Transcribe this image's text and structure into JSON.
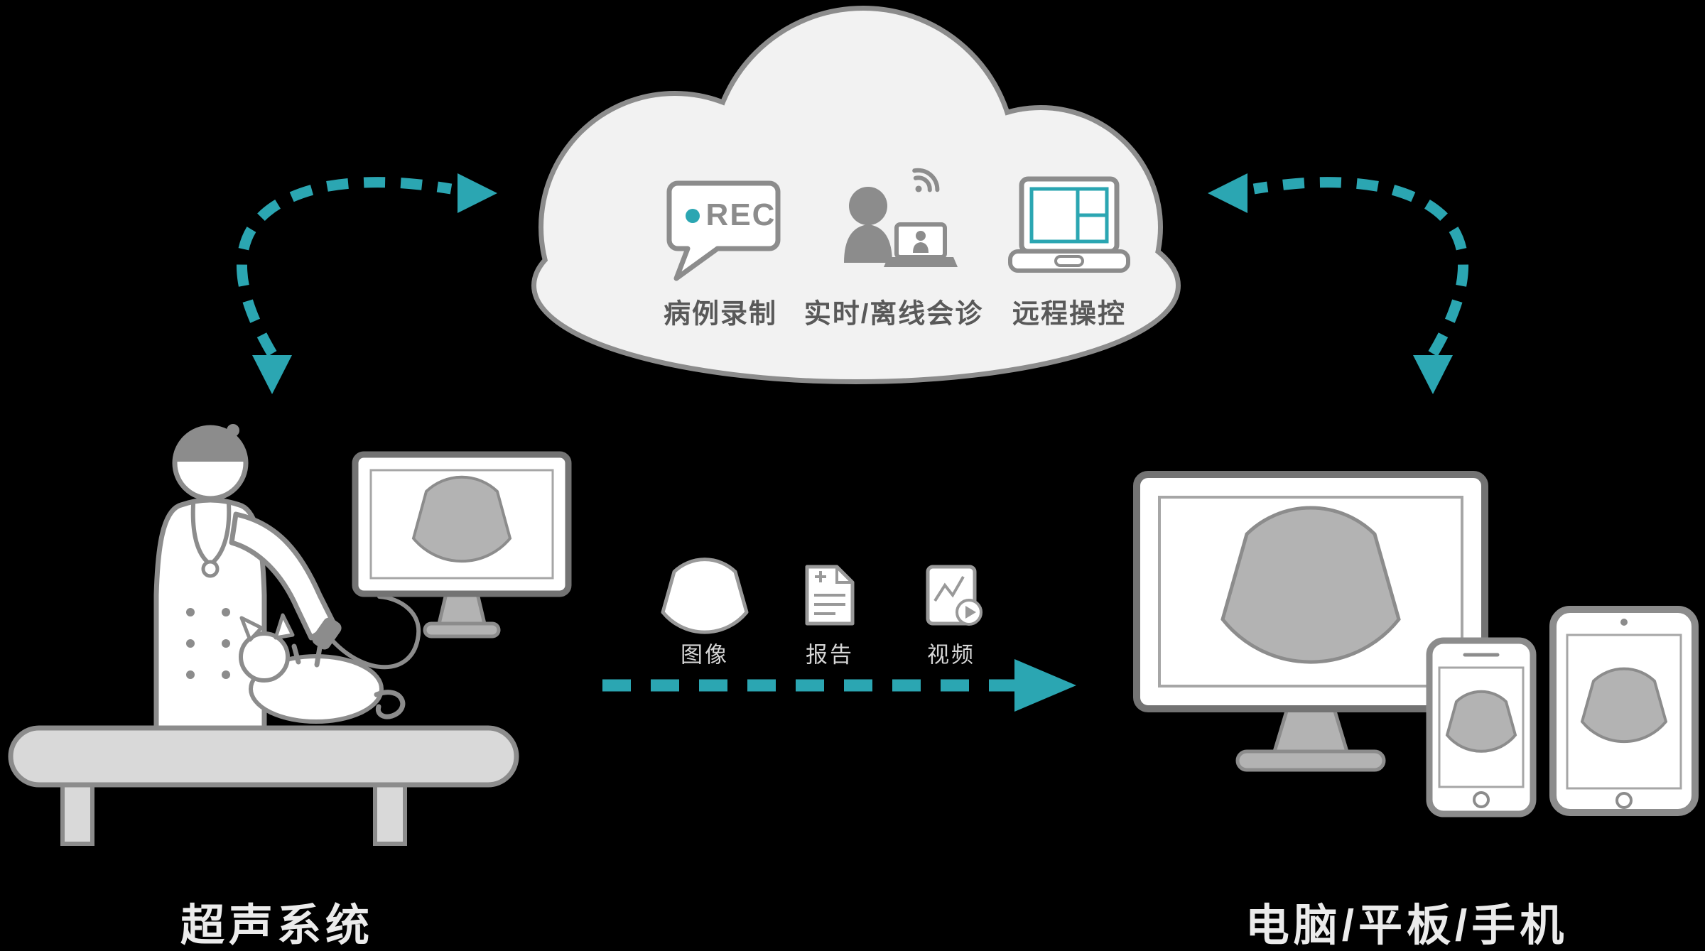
{
  "cloud": {
    "features": [
      {
        "id": "case-recording",
        "icon": "rec-speech-bubble-icon",
        "icon_text": "REC",
        "label": "病例录制"
      },
      {
        "id": "consultation",
        "icon": "remote-consultation-icon",
        "label": "实时/离线会诊"
      },
      {
        "id": "remote-control",
        "icon": "remote-control-laptop-icon",
        "label": "远程操控"
      }
    ]
  },
  "transfer_items": [
    {
      "icon": "ultrasound-image-icon",
      "label": "图像"
    },
    {
      "icon": "report-document-icon",
      "label": "报告"
    },
    {
      "icon": "video-icon",
      "label": "视频"
    }
  ],
  "endpoints": {
    "left": {
      "label": "超声系统",
      "icon": "ultrasound-system-illustration"
    },
    "right": {
      "label": "电脑/平板/手机",
      "icon": "computer-tablet-phone-illustration"
    }
  },
  "colors": {
    "background": "#000000",
    "accent_teal": "#2BA6B2",
    "outline_gray": "#8C8C8C",
    "cloud_fill": "#F2F2F2",
    "screen_fan_gray": "#B3B3B3",
    "cloud_text": "#595959",
    "light_text": "#EBEBEB"
  }
}
